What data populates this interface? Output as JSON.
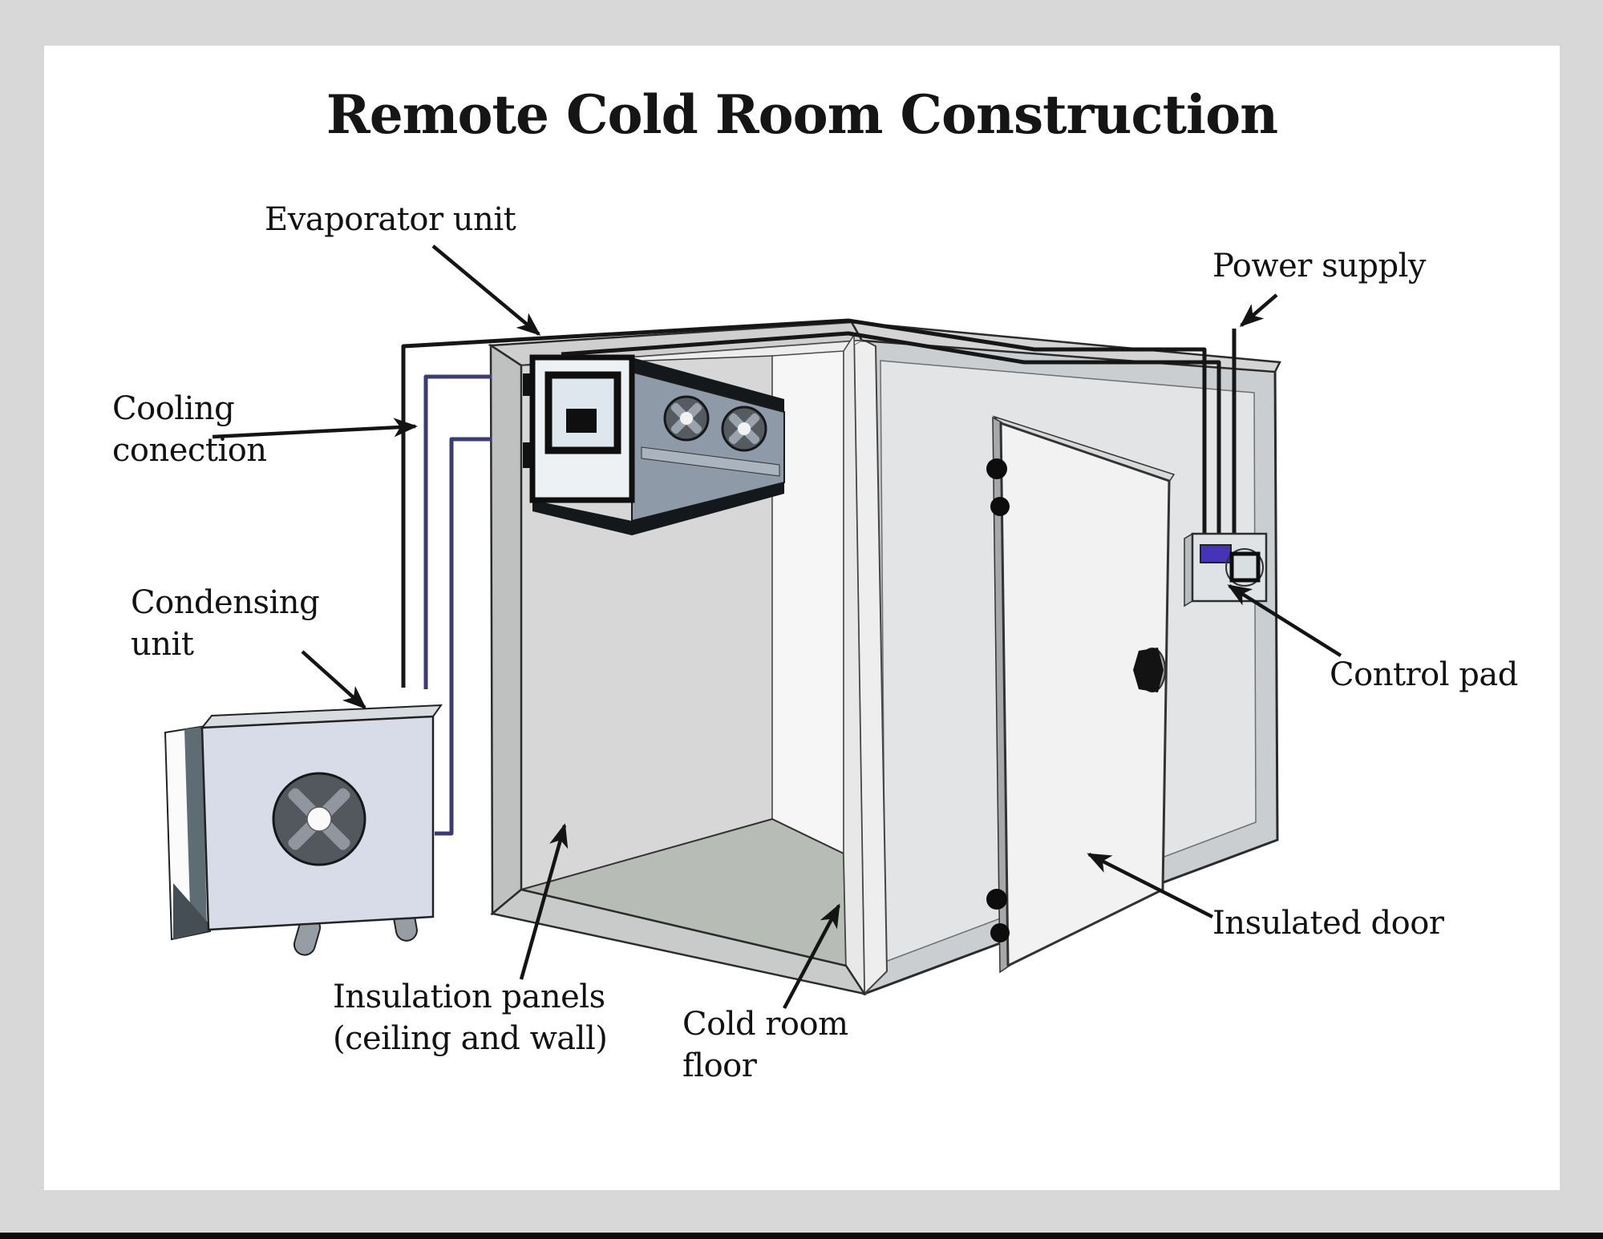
{
  "title": "Remote Cold Room Construction",
  "labels": {
    "evaporator": {
      "text": "Evaporator unit"
    },
    "power_supply": {
      "text": "Power supply"
    },
    "cooling_connection": {
      "line1": "Cooling",
      "line2": "conection"
    },
    "condensing_unit": {
      "line1": "Condensing",
      "line2": "unit"
    },
    "control_pad": {
      "text": "Control pad"
    },
    "insulated_door": {
      "text": "Insulated door"
    },
    "insulation_panels": {
      "line1": "Insulation panels",
      "line2": "(ceiling and wall)"
    },
    "cold_room_floor": {
      "line1": "Cold room",
      "line2": "floor"
    }
  },
  "colors": {
    "page_background": "#d8d8d8",
    "card_background": "#ffffff",
    "bottom_bar": "#0b0b0b",
    "text": "#121212",
    "outline": "#1a1a1a",
    "door_wall_frame": "#cbced0",
    "door_wall_panel": "#e3e4e5",
    "interior_back_wall": "#d6d7d6",
    "interior_side_wall": "#f6f6f6",
    "floor": "#b7bcb7",
    "door": "#f1f2f1",
    "evaporator_side": "#8e9aa7",
    "evaporator_face": "#eef1f4",
    "condensing_front": "#d8dce8",
    "fan_dark": "#53575e",
    "fan_blade": "#9096a0",
    "cooling_pipe": "#3c3c74",
    "power_wire": "#161616",
    "control_pad_body": "#e0e3e5",
    "control_pad_display": "#4733b5"
  }
}
